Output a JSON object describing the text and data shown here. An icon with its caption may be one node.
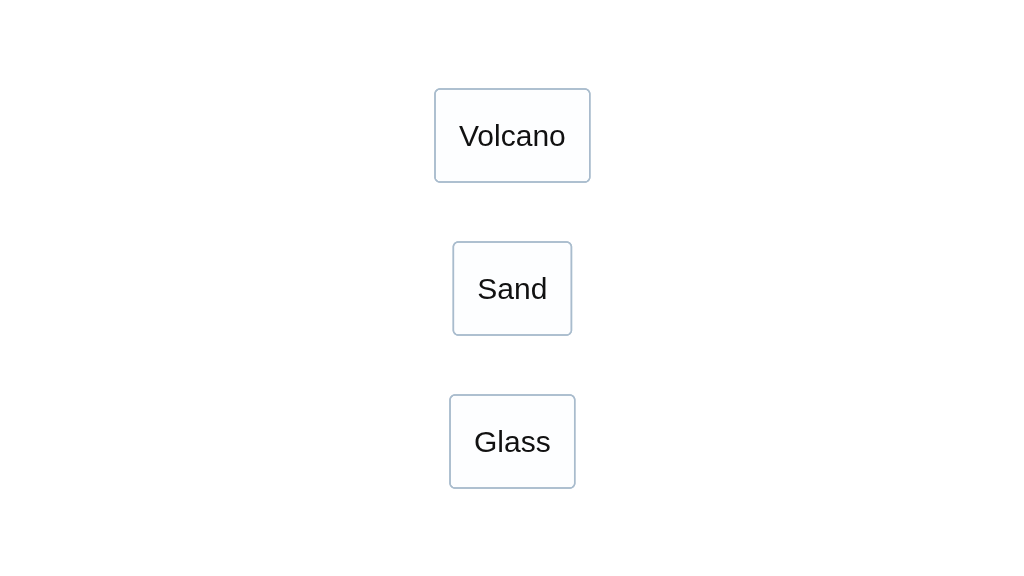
{
  "diagram": {
    "nodes": [
      {
        "text": [
          "Volcano"
        ]
      },
      {
        "text": [
          "Sand"
        ]
      },
      {
        "text": [
          "Glass"
        ]
      }
    ]
  }
}
